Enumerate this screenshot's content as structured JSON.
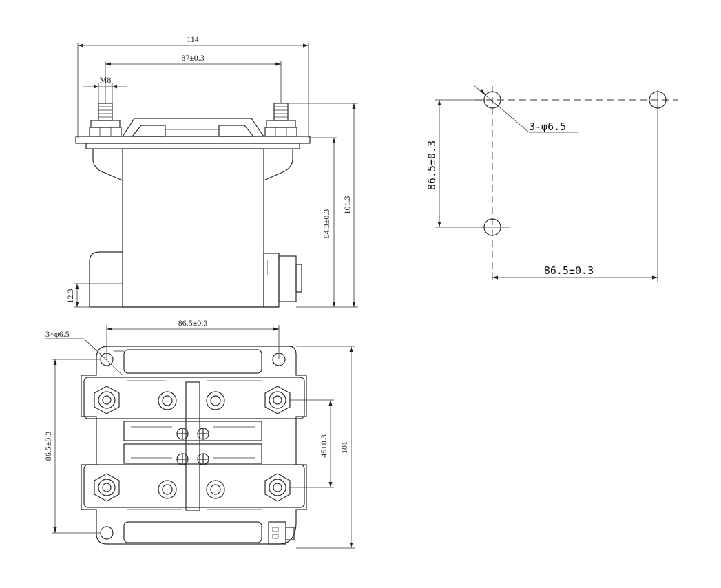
{
  "side_view": {
    "dim_width_total": "114",
    "dim_terminal_spacing": "87±0.3",
    "dim_thread": "M8",
    "dim_height_total": "101.3",
    "dim_height_body": "84.3±0.3",
    "dim_base_height": "12.3"
  },
  "bottom_view": {
    "dim_hole_spacing_x": "86.5±0.3",
    "dim_hole_spec": "3×φ6.5",
    "dim_hole_spacing_y": "86.5±0.3",
    "dim_terminal_pitch": "45±0.3",
    "dim_depth_total": "101"
  },
  "mounting_pattern": {
    "dim_vertical": "86.5±0.3",
    "dim_horizontal": "86.5±0.3",
    "dim_hole_spec": "3-φ6.5"
  }
}
